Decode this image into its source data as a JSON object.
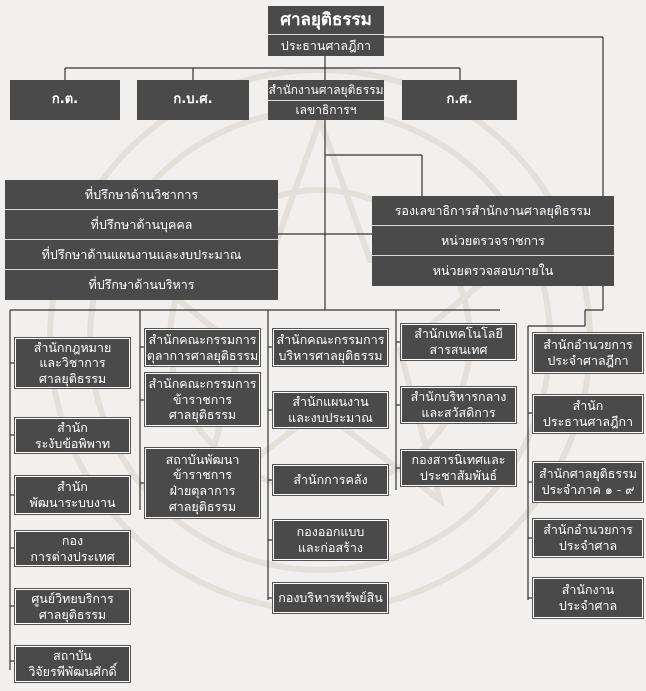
{
  "top": {
    "title": "ศาลยุติธรรม",
    "subtitle": "ประธานศาลฎีกา"
  },
  "level2": {
    "kt": "ก.ต.",
    "kbs": "ก.บ.ศ.",
    "ks": "ก.ศ.",
    "office_title": "สำนักงานศาลยุติธรรม",
    "office_sub": "เลขาธิการฯ"
  },
  "advisors": [
    "ที่ปรึกษาด้านวิชาการ",
    "ที่ปรึกษาด้านบุคคล",
    "ที่ปรึกษาด้านแผนงานและงบประมาณ",
    "ที่ปรึกษาด้านบริหาร"
  ],
  "deputy": [
    "รองเลขาธิการสำนักงานศาลยุติธรรม",
    "หน่วยตรวจราชการ",
    "หน่วยตรวจสอบภายใน"
  ],
  "col1": [
    "สำนักกฎหมาย\nและวิชาการ\nศาลยุติธรรม",
    "สำนัก\nระงับข้อพิพาท",
    "สำนัก\nพัฒนาระบบงาน",
    "กอง\nการต่างประเทศ",
    "ศูนย์วิทยบริการ\nศาลยุติธรรม",
    "สถาบัน\nวิจัยรพีพัฒนศักดิ์"
  ],
  "col2": [
    "สำนักคณะกรรมการ\nตุลาการศาลยุติธรรม",
    "สำนักคณะกรรมการ\nข้าราชการ\nศาลยุติธรรม",
    "สถาบันพัฒนา\nข้าราชการ\nฝ่ายตุลาการ\nศาลยุติธรรม"
  ],
  "col3": [
    "สำนักคณะกรรมการ\nบริหารศาลยุติธรรม",
    "สำนักแผนงาน\nและงบประมาณ",
    "สำนักการคลัง",
    "กองออกแบบ\nและก่อสร้าง",
    "กองบริหารทรัพย์สิน"
  ],
  "col4": [
    "สำนักเทคโนโลยี\nสารสนเทศ",
    "สำนักบริหารกลาง\nและสวัสดิการ",
    "กองสารนิเทศและ\nประชาสัมพันธ์"
  ],
  "col5": [
    "สำนักอำนวยการ\nประจำศาลฎีกา",
    "สำนัก\nประธานศาลฎีกา",
    "สำนักศาลยุติธรรม\nประจำภาค ๑ - ๙",
    "สำนักอำนวยการ\nประจำศาล",
    "สำนักงาน\nประจำศาล"
  ]
}
